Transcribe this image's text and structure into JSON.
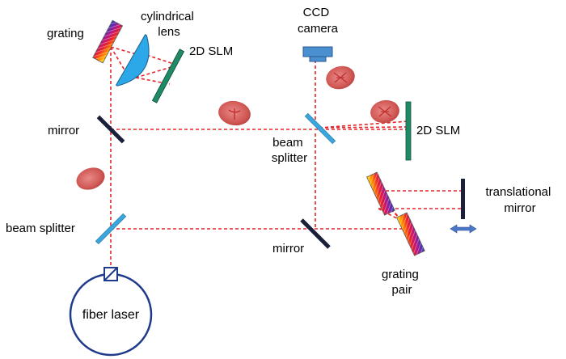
{
  "labels": {
    "grating": "grating",
    "cylindrical_lens": [
      "cylindrical",
      "lens"
    ],
    "slm_top": "2D SLM",
    "ccd_camera": [
      "CCD",
      "camera"
    ],
    "mirror_left": "mirror",
    "beam_splitter_mid": [
      "beam",
      "splitter"
    ],
    "slm_right": "2D SLM",
    "beam_splitter_left": "beam splitter",
    "mirror_bottom": "mirror",
    "translational_mirror": [
      "translational",
      "mirror"
    ],
    "grating_pair": [
      "grating",
      "pair"
    ],
    "fiber_laser": "fiber laser"
  },
  "colors": {
    "beam": "#e8232a",
    "splitter": "#3aa6dd",
    "mirror": "#1a1f3a",
    "slm": "#1f8a66",
    "lens": "#2ca8e8",
    "laser_outline": "#1f3a8a",
    "camera": "#4a8fd0",
    "spot": "#d9615e",
    "arrow": "#4a78c8"
  },
  "icons": [
    "grating-icon",
    "cylindrical-lens-icon",
    "slm-icon",
    "ccd-camera-icon",
    "mirror-icon",
    "beam-splitter-icon",
    "fiber-laser-icon",
    "beam-spot-icon",
    "double-arrow-icon"
  ]
}
